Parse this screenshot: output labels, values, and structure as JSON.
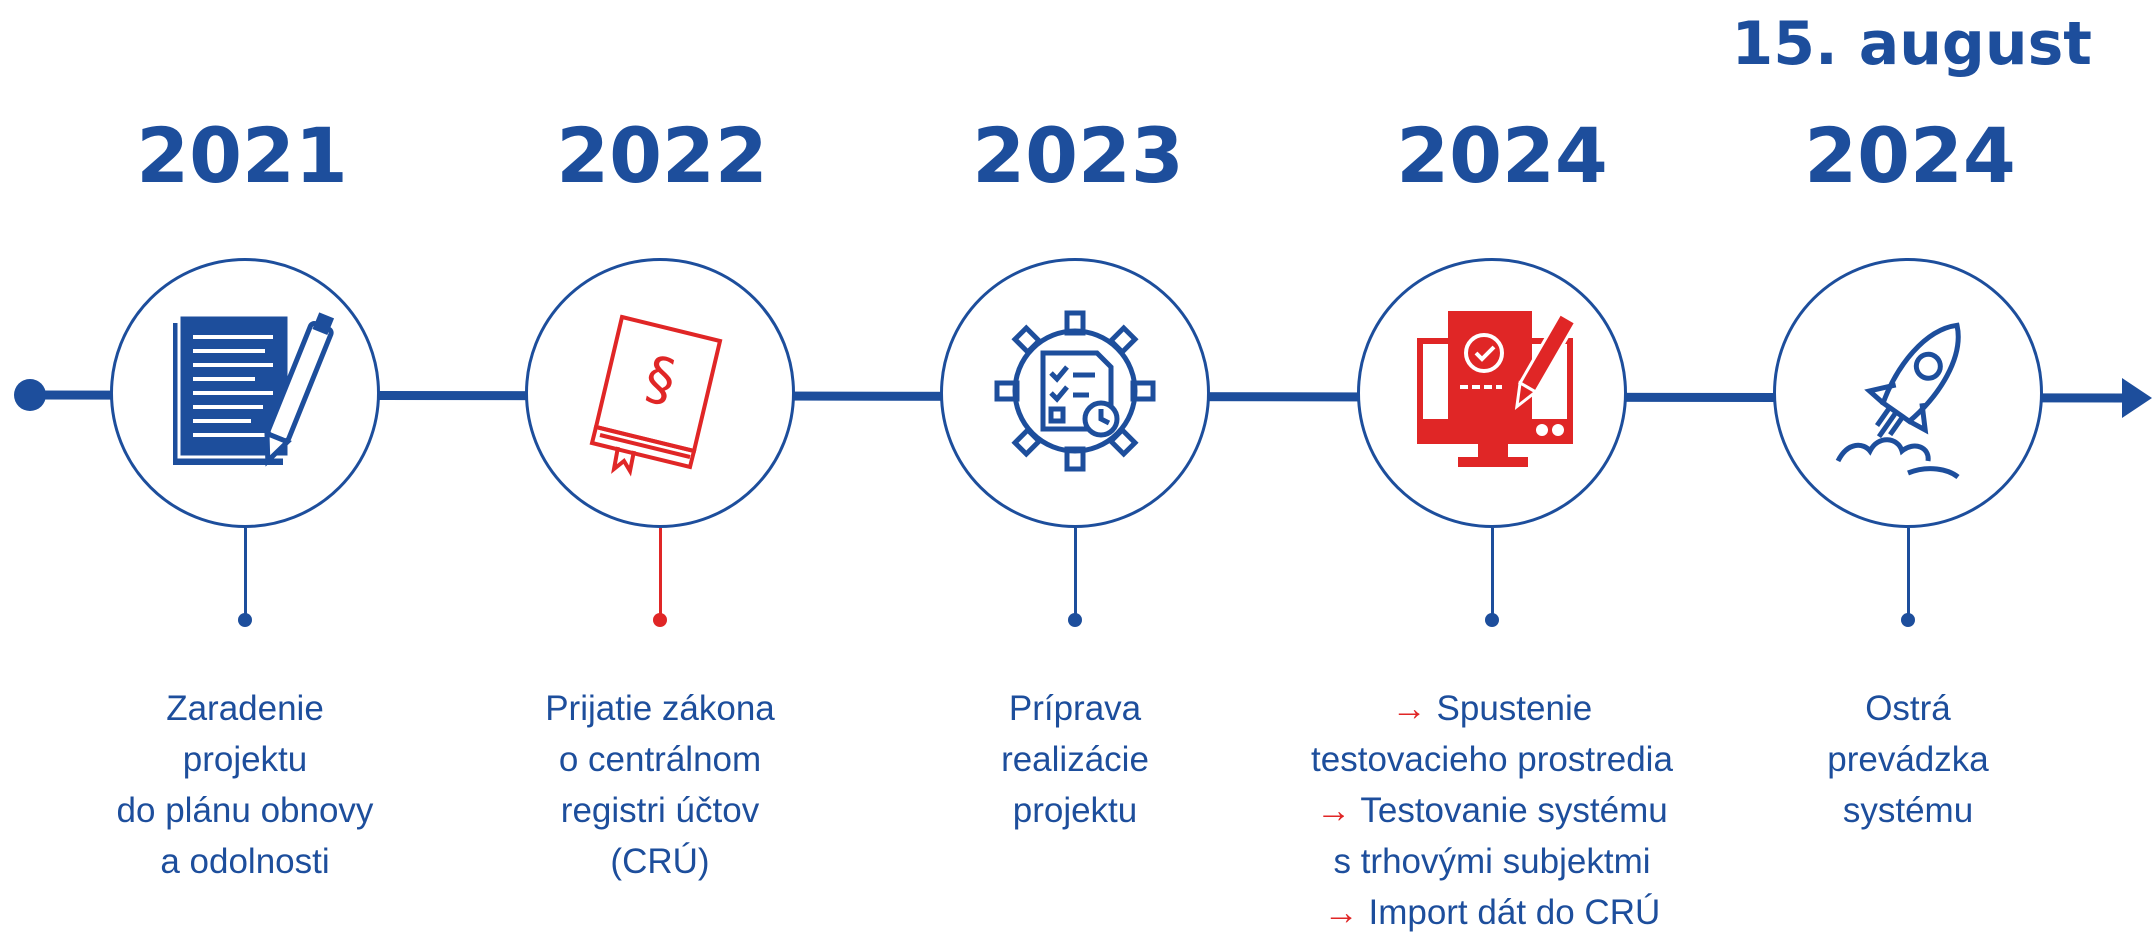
{
  "header": {
    "date_label": "15. august"
  },
  "milestones": [
    {
      "year": "2021",
      "icon": "document-pen-icon",
      "accent": "#1d4e9c",
      "lines": [
        "Zaradenie",
        "projektu",
        "do plánu obnovy",
        "a odolnosti"
      ]
    },
    {
      "year": "2022",
      "icon": "law-book-icon",
      "accent": "#e02626",
      "lines": [
        "Prijatie zákona",
        "o centrálnom",
        "registri účtov",
        "(CRÚ)"
      ]
    },
    {
      "year": "2023",
      "icon": "gear-checklist-icon",
      "accent": "#1d4e9c",
      "lines": [
        "Príprava",
        "realizácie",
        "projektu"
      ]
    },
    {
      "year": "2024",
      "icon": "monitor-approval-icon",
      "accent": "#1d4e9c",
      "arrow": "→",
      "lines": [
        "Spustenie",
        "testovacieho prostredia",
        "Testovanie systému",
        "s trhovými subjektmi",
        "Import dát do CRÚ"
      ]
    },
    {
      "year": "2024",
      "icon": "rocket-launch-icon",
      "accent": "#1d4e9c",
      "lines": [
        "Ostrá",
        "prevádzka",
        "systému"
      ]
    }
  ],
  "colors": {
    "primary": "#1d4e9c",
    "secondary": "#e02626"
  }
}
